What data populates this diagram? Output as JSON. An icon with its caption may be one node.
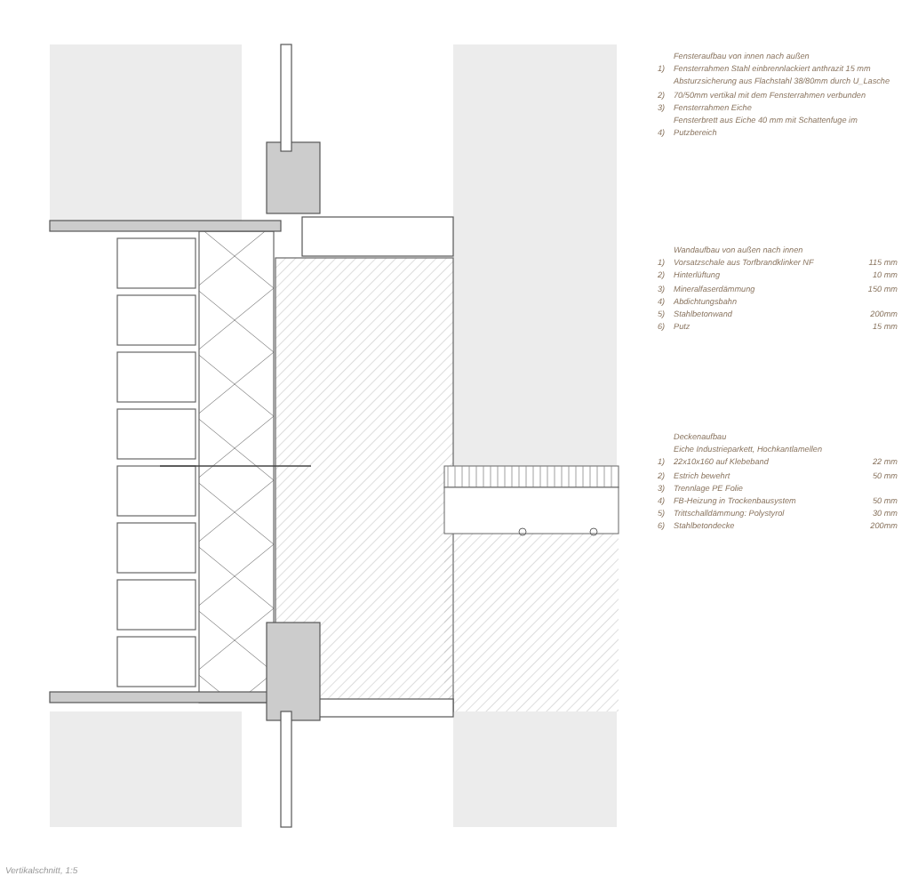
{
  "diagram": {
    "caption": "Vertikalschnitt, 1:5",
    "labels": [
      "Fensteraufbau von innen nach außen",
      "1)",
      "Fensterrahmen Stahl einbrennlackiert anthrazit 15 mm",
      "2)",
      "Absturzsicherung aus Flachstahl 38/80mm durch U_Lasche 70/50mm vertikal mit dem Fensterrahmen verbunden",
      "3)",
      "Fensterrahmen Eiche",
      "4)",
      "Fensterbrett aus Eiche 40 mm mit Schattenfuge im Putzbereich",
      "Wandaufbau von außen nach innen",
      "1)",
      "Vorsatzschale aus Torfbrandklinker NF",
      "115 mm",
      "2)",
      "Hinterlüftung",
      "10 mm",
      "3)",
      "Mineralfaserdämmung",
      "150 mm",
      "4)",
      "Abdichtungsbahn",
      "5)",
      "Stahlbetonwand",
      "200mm",
      "6)",
      "Putz",
      "15 mm",
      "Deckenaufbau",
      "1)",
      "Eiche Industrieparkett, Hochkantlamellen 22x10x160 auf Klebeband",
      "22 mm",
      "2)",
      "Estrich bewehrt",
      "50 mm",
      "3)",
      "Trennlage PE Folie",
      "4)",
      "FB-Heizung in Trockenbausystem",
      "50 mm",
      "5)",
      "Trittschalldämmung: Polystyrol",
      "30 mm",
      "6)",
      "Stahlbetondecke",
      "200mm"
    ]
  }
}
